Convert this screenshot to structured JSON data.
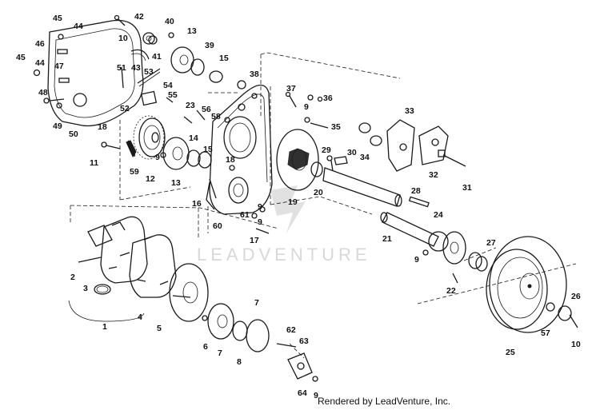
{
  "watermark": "LEADVENTURE",
  "credit": "Rendered by LeadVenture, Inc.",
  "parts": [
    "1",
    "2",
    "3",
    "4",
    "5",
    "6",
    "7",
    "7",
    "8",
    "9",
    "9",
    "9",
    "9",
    "9",
    "9",
    "10",
    "10",
    "11",
    "12",
    "13",
    "13",
    "14",
    "15",
    "15",
    "16",
    "17",
    "18",
    "18",
    "19",
    "20",
    "21",
    "22",
    "23",
    "24",
    "25",
    "26",
    "27",
    "28",
    "29",
    "30",
    "31",
    "32",
    "33",
    "34",
    "35",
    "36",
    "37",
    "38",
    "39",
    "40",
    "41",
    "42",
    "43",
    "44",
    "44",
    "45",
    "45",
    "46",
    "47",
    "48",
    "49",
    "50",
    "51",
    "52",
    "53",
    "54",
    "55",
    "56",
    "57",
    "58",
    "59",
    "60",
    "61",
    "62",
    "63",
    "64"
  ]
}
